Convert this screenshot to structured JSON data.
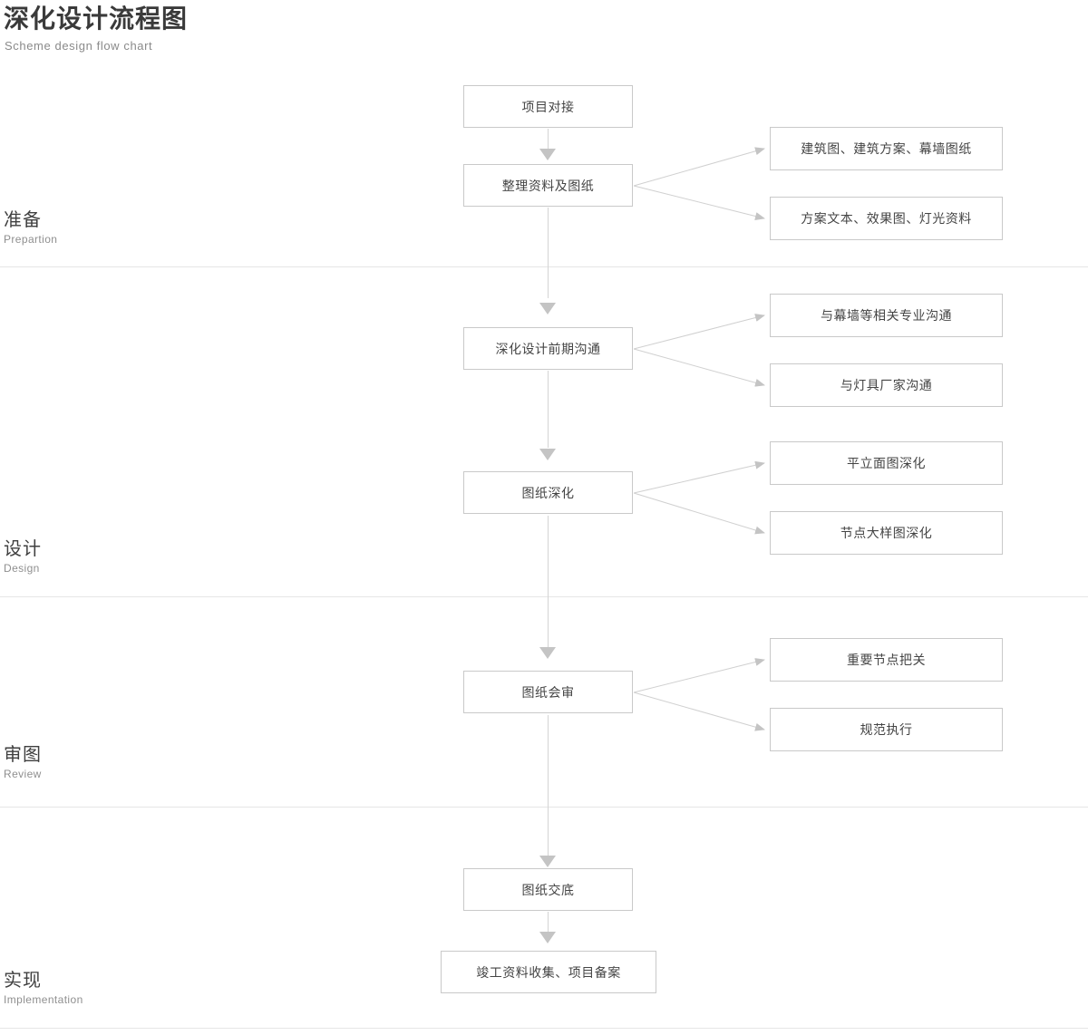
{
  "header": {
    "title": "深化设计流程图",
    "subtitle": "Scheme design flow chart"
  },
  "stages": [
    {
      "cn": "准备",
      "en": "Prepartion"
    },
    {
      "cn": "设计",
      "en": "Design"
    },
    {
      "cn": "审图",
      "en": "Review"
    },
    {
      "cn": "实现",
      "en": "Implementation"
    }
  ],
  "nodes": {
    "n1": "项目对接",
    "n2": "整理资料及图纸",
    "n3": "深化设计前期沟通",
    "n4": "图纸深化",
    "n5": "图纸会审",
    "n6": "图纸交底",
    "n7": "竣工资料收集、项目备案"
  },
  "branches": {
    "b1": "建筑图、建筑方案、幕墙图纸",
    "b2": "方案文本、效果图、灯光资料",
    "b3": "与幕墙等相关专业沟通",
    "b4": "与灯具厂家沟通",
    "b5": "平立面图深化",
    "b6": "节点大样图深化",
    "b7": "重要节点把关",
    "b8": "规范执行"
  },
  "colors": {
    "box_border": "#c9c9c9",
    "connector": "#d4d4d4",
    "arrow": "#c4c4c4",
    "divider": "#e6e6e6",
    "text": "#444444",
    "title": "#3a3a3a",
    "subtitle": "#8a8a8a"
  }
}
